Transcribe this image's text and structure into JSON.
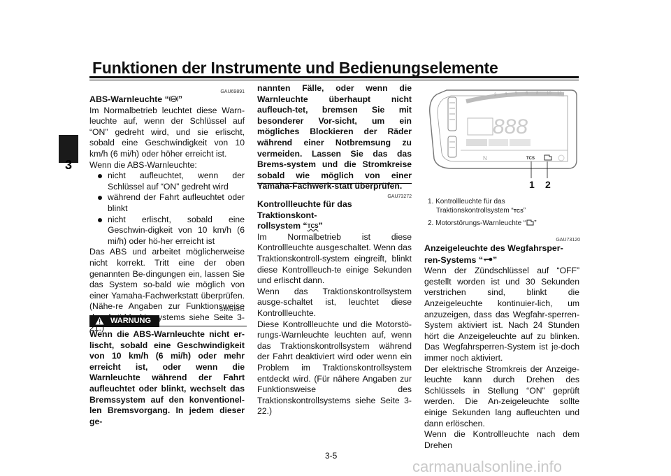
{
  "header": {
    "title": "Funktionen der Instrumente und Bedienungselemente",
    "tab_number": "3"
  },
  "col1": {
    "code": "GAU69891",
    "heading_pre": "ABS-Warnleuchte “",
    "heading_post": "”",
    "p1": "Im Normalbetrieb leuchtet diese Warn-leuchte auf, wenn der Schlüssel auf “ON” gedreht wird, und sie erlischt, sobald eine Geschwindigkeit von 10 km/h (6 mi/h) oder höher erreicht ist.",
    "p2": "Wenn die ABS-Warnleuchte:",
    "bullets": [
      "nicht aufleuchtet, wenn der Schlüssel auf “ON” gedreht wird",
      "während der Fahrt aufleuchtet oder blinkt",
      "nicht erlischt, sobald eine Geschwin-digkeit von 10 km/h (6 mi/h) oder hö-her erreicht ist"
    ],
    "p3": "Das ABS und arbeitet möglicherweise nicht korrekt. Tritt eine der oben genannten Be-dingungen ein, lassen Sie das System so-bald wie möglich von einer Yamaha-Fachwerkstatt überprüfen. (Nähe-re Angaben zur Funktionsweise des Anti-blockiersystems siehe Seite 3-21.)",
    "warn_code": "GWA16041",
    "warn_label": "WARNUNG",
    "warn_text": "Wenn die ABS-Warnleuchte nicht er-lischt, sobald eine Geschwindigkeit von 10 km/h (6 mi/h) oder mehr erreicht ist, oder wenn die Warnleuchte während der Fahrt aufleuchtet oder blinkt, wechselt das Bremssystem auf den konventionel-len Bremsvorgang. In jedem dieser ge-"
  },
  "col2": {
    "warn_cont": "nannten Fälle, oder wenn die Warnleuchte überhaupt nicht aufleuch-tet, bremsen Sie mit besonderer Vor-sicht, um ein mögliches Blockieren der Räder während einer Notbremsung zu vermeiden. Lassen Sie das das Brems-system und die Stromkreise sobald wie möglich von einer Yamaha-Fachwerk-statt überprüfen.",
    "code": "GAU73272",
    "heading_line1": "Kontrollleuchte für das Traktionskont-",
    "heading_line2_pre": "rollsystem “",
    "heading_line2_post": "”",
    "tcs_symbol": "TCS",
    "p1": "Im Normalbetrieb ist diese Kontrollleuchte ausgeschaltet. Wenn das Traktionskontroll-system eingreift, blinkt diese Kontrollleuch-te einige Sekunden und erlischt dann.",
    "p2": "Wenn das Traktionskontrollsystem ausge-schaltet ist, leuchtet diese Kontrollleuchte.",
    "p3": "Diese Kontrollleuchte und die Motorstö-rungs-Warnleuchte leuchten auf, wenn das Traktionskontrollsystem während der Fahrt deaktiviert wird oder wenn ein Problem im Traktionskontrollsystem entdeckt wird. (Für nähere Angaben zur Funktionsweise des Traktionskontrollsystems siehe Seite 3-22.)"
  },
  "col3": {
    "figure": {
      "callout_1": "1",
      "callout_2": "2",
      "display_digits": "888",
      "tcs_label": "TCS",
      "n_label": "N"
    },
    "captions": [
      "1.  Kontrollleuchte für das",
      "Traktionskontrollsystem “",
      "2.  Motorstörungs-Warnleuchte “"
    ],
    "caption_tcs": "TCS",
    "caption_end": "”",
    "code": "GAU73120",
    "heading_line1": "Anzeigeleuchte des Wegfahrsper-",
    "heading_line2_pre": "ren-Systems “",
    "heading_line2_post": "”",
    "p1": "Wenn der Zündschlüssel auf “OFF” gestellt worden ist und 30 Sekunden verstrichen sind, blinkt die Anzeigeleuchte kontinuier-lich, um anzuzeigen, dass das Wegfahr-sperren-System aktiviert ist. Nach 24 Stunden hört die Anzeigeleuchte auf zu blinken. Das Wegfahrsperren-System ist je-doch immer noch aktiviert.",
    "p2": "Der elektrische Stromkreis der Anzeige-leuchte kann durch Drehen des Schlüssels in Stellung “ON” geprüft werden. Die An-zeigeleuchte sollte einige Sekunden lang aufleuchten und dann erlöschen.",
    "p3": "Wenn die Kontrollleuchte nach dem Drehen"
  },
  "footer": {
    "page_number": "3-5",
    "watermark": "carmanualsonline.info"
  }
}
